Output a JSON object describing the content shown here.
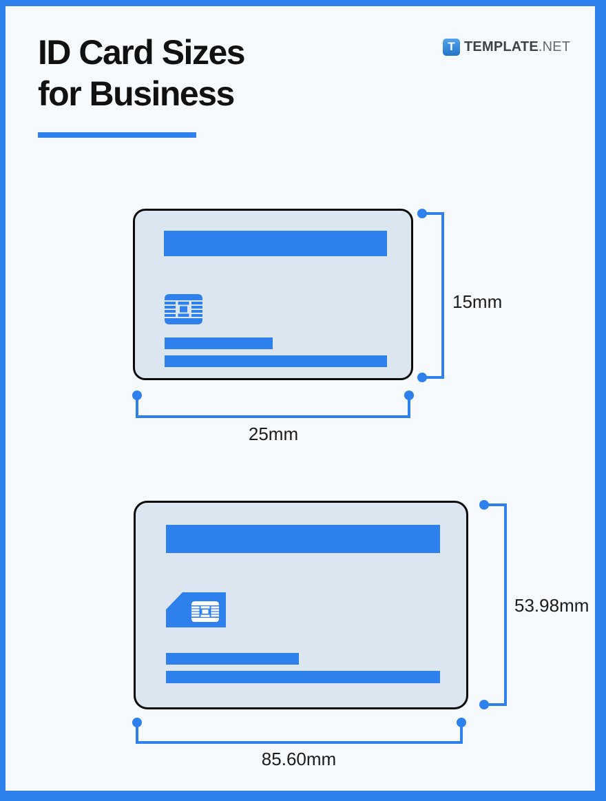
{
  "header": {
    "title_line1": "ID Card Sizes",
    "title_line2": "for Business"
  },
  "logo": {
    "badge_letter": "T",
    "brand_primary": "TEMPLATE",
    "brand_secondary": ".NET"
  },
  "cards": [
    {
      "name": "small-id-card",
      "height_label": "15mm",
      "width_label": "25mm"
    },
    {
      "name": "standard-id-card",
      "height_label": "53.98mm",
      "width_label": "85.60mm"
    }
  ],
  "colors": {
    "accent": "#2e80ec",
    "page_bg": "#f7fafc",
    "card_bg": "#dce6f0",
    "card_border": "#0a0a0a",
    "title_text": "#111111",
    "label_text": "#1b1b1b",
    "logo_dark": "#3e4144",
    "logo_gray": "#66696c",
    "logo_badge_top": "#54a4ea",
    "logo_badge_bottom": "#2273c9"
  }
}
